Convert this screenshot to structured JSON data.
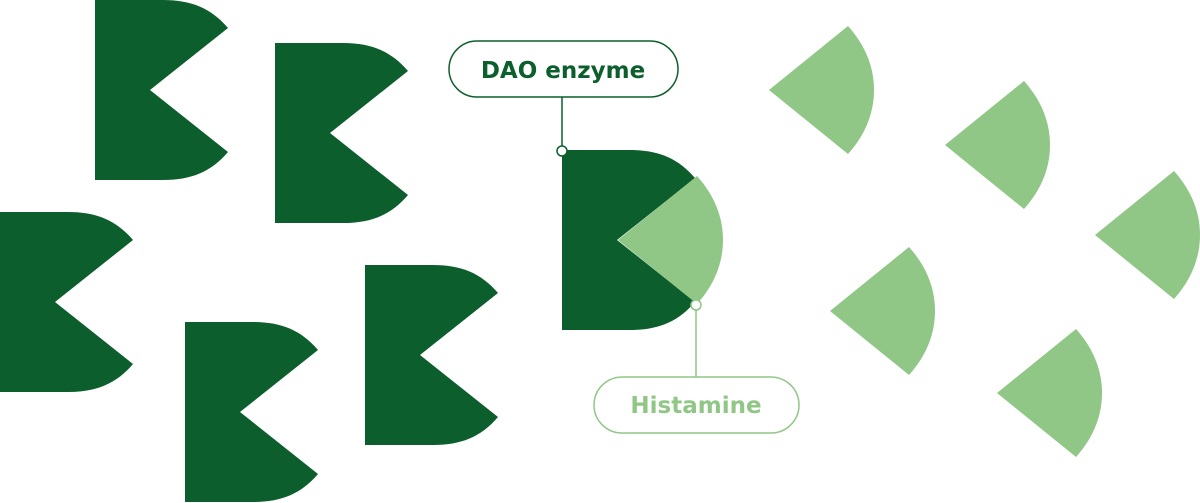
{
  "labels": {
    "enzyme": "DAO enzyme",
    "substrate": "Histamine"
  },
  "colors": {
    "dark_green": "#0c5f2d",
    "light_green": "#90c786",
    "background": "#ffffff"
  },
  "elements": {
    "enzyme_shape": "dark-green pac-man shape",
    "histamine_shape": "light-green wedge shape"
  }
}
